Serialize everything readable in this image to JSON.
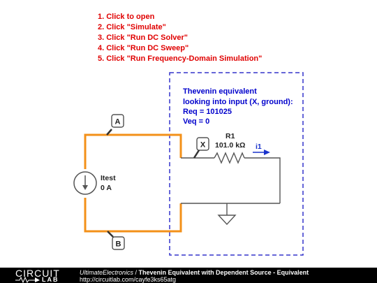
{
  "instructions": [
    "1. Click to open",
    "2. Click \"Simulate\"",
    "3. Click \"Run DC Solver\"",
    "4. Click \"Run DC Sweep\"",
    "5. Click \"Run Frequency-Domain Simulation\""
  ],
  "annotation": [
    "Thevenin equivalent",
    "looking into input (X, ground):",
    "Req = 101025",
    "Veq = 0"
  ],
  "components": {
    "source": {
      "name": "Itest",
      "value": "0 A"
    },
    "resistor": {
      "name": "R1",
      "value": "101.0 kΩ"
    },
    "current_label": "i1"
  },
  "nodes": {
    "a": "A",
    "b": "B",
    "x": "X"
  },
  "colors": {
    "instructions": "#e00000",
    "annotation": "#0000cc",
    "highlight_wire": "#f39019",
    "dashed_box": "#3333cc",
    "arrow": "#1a33cc"
  },
  "footer": {
    "logo_top": "CIRCUIT",
    "logo_bottom": "LAB",
    "author": "UltimateElectronics",
    "separator": " / ",
    "title": "Thevenin Equivalent with Dependent Source - Equivalent",
    "url": "http://circuitlab.com/cayfe3ks65atg"
  }
}
